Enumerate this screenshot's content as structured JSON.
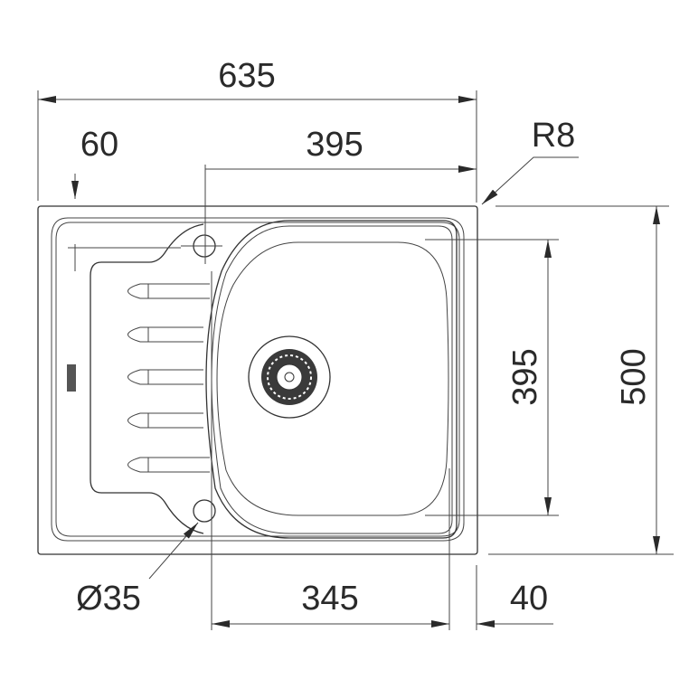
{
  "drawing": {
    "overall_width": "635",
    "bowl_offset": "60",
    "bowl_width_top": "395",
    "corner_radius": "R8",
    "bowl_depth": "395",
    "overall_depth": "500",
    "bowl_width_bottom": "345",
    "edge_offset": "40",
    "tap_hole_diameter": "Ø35"
  },
  "colors": {
    "line": "#333333",
    "background": "#ffffff"
  }
}
